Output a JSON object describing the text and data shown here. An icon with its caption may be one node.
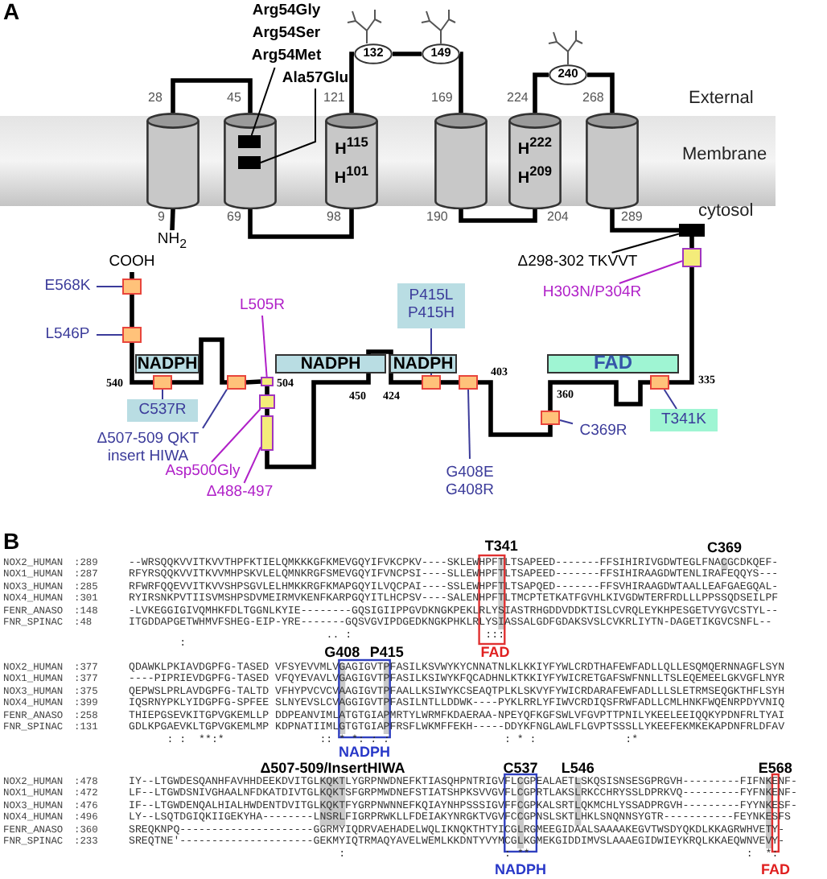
{
  "diagram": {
    "nodes": [
      {
        "text": [
          "Arg54Gly",
          "Arg54Ser",
          "Arg54Met"
        ]
      },
      {
        "text": [
          "132"
        ]
      },
      {
        "text": [
          "149"
        ]
      },
      {
        "text": [
          "Ala57Glu"
        ]
      },
      {
        "text": [
          "240"
        ]
      },
      {
        "text": [],
        "shape": "cylinder"
      },
      {
        "text": [],
        "shape": "cylinder"
      },
      {
        "text": [],
        "shape": "box",
        "in": 6
      },
      {
        "text": [],
        "shape": "box",
        "in": 6
      },
      {
        "text": [
          "H$^{115}$",
          "H$^{101}$"
        ]
      },
      {
        "text": [],
        "shape": "cylinder"
      },
      {
        "text": [
          "H$^{222}$",
          "H$^{209}$"
        ]
      },
      {
        "text": [],
        "shape": "cylinder"
      },
      {
        "text": [
          "NH$_{2}$"
        ]
      },
      {
        "text": [],
        "shape": "box"
      },
      {
        "text": [
          "Δ298-302 TKVVT"
        ]
      },
      {
        "text": [],
        "shape": "box"
      },
      {
        "text": [
          "H303N/P304R"
        ]
      },
      {
        "text": [
          "COOH"
        ]
      },
      {
        "text": [
          "E568K"
        ]
      },
      {
        "text": [],
        "shape": "box"
      },
      {
        "text": [
          "L505R"
        ]
      },
      {
        "text": [
          "P415L",
          "P415H"
        ]
      },
      {
        "text": [
          "L546P"
        ]
      },
      {
        "text": [],
        "shape": "box"
      },
      {
        "text": [
          "NADPH"
        ]
      },
      {
        "text": [
          "NADPH"
        ]
      },
      {
        "text": [
          "NADPH"
        ]
      },
      {
        "text": [
          "FAD"
        ]
      },
      {
        "text": [],
        "shape": "box"
      },
      {
        "text": [],
        "shape": "box"
      },
      {
        "text": [],
        "shape": "box"
      },
      {
        "text": [],
        "shape": "box"
      },
      {
        "text": [],
        "shape": "box"
      },
      {
        "text": [],
        "shape": "box"
      },
      {
        "text": [],
        "shape": "box"
      },
      {
        "text": [],
        "shape": "box"
      },
      {
        "text": [],
        "shape": "box"
      },
      {
        "text": [
          "C537R"
        ]
      },
      {
        "text": [
          "T341K"
        ]
      },
      {
        "text": [
          "Δ507-509 QKT insert HIWA"
        ]
      },
      {
        "text": [
          "C369R"
        ]
      },
      {
        "text": [
          "Asp500Gly"
        ]
      },
      {
        "text": [
          "G408E",
          "G408R"
        ]
      },
      {
        "text": [
          "Δ488-497"
        ]
      }
    ],
    "edges": [
      {
        "from": 5,
        "to": 13,
        "arrow": "none"
      },
      {
        "from": 5,
        "to": 6,
        "arrow": "none"
      },
      {
        "from": 6,
        "to": 9,
        "arrow": "none"
      },
      {
        "from": 9,
        "to": 1,
        "arrow": "none"
      },
      {
        "from": 1,
        "to": 2,
        "arrow": "none"
      },
      {
        "from": 2,
        "to": 10,
        "arrow": "none"
      },
      {
        "from": 10,
        "to": 11,
        "arrow": "none"
      },
      {
        "from": 11,
        "to": 4,
        "arrow": "none"
      },
      {
        "from": 4,
        "to": 12,
        "arrow": "none"
      },
      {
        "from": 12,
        "to": 14,
        "arrow": "none"
      },
      {
        "from": 14,
        "to": 16,
        "arrow": "none"
      },
      {
        "from": 16,
        "to": 37,
        "arrow": "none"
      },
      {
        "from": 37,
        "to": 36,
        "arrow": "none"
      },
      {
        "from": 36,
        "to": 35,
        "arrow": "none"
      },
      {
        "from": 35,
        "to": 34,
        "arrow": "none"
      },
      {
        "from": 34,
        "to": 33,
        "arrow": "none"
      },
      {
        "from": 33,
        "to": 32,
        "arrow": "none"
      },
      {
        "from": 32,
        "to": 31,
        "arrow": "none"
      },
      {
        "from": 31,
        "to": 30,
        "arrow": "none"
      },
      {
        "from": 30,
        "to": 29,
        "arrow": "none"
      },
      {
        "from": 29,
        "to": 24,
        "arrow": "none"
      },
      {
        "from": 24,
        "to": 20,
        "arrow": "none"
      },
      {
        "from": 20,
        "to": 18,
        "arrow": "none"
      },
      {
        "from": 0,
        "to": 7,
        "arrow": "none"
      },
      {
        "from": 3,
        "to": 8,
        "arrow": "none"
      },
      {
        "from": 15,
        "to": 14,
        "arrow": "none"
      },
      {
        "from": 17,
        "to": 16,
        "arrow": "none",
        "color": "#b020c8"
      },
      {
        "from": 19,
        "to": 20,
        "arrow": "none",
        "color": "#3b3b9a"
      },
      {
        "from": 23,
        "to": 24,
        "arrow": "none",
        "color": "#3b3b9a"
      },
      {
        "from": 38,
        "to": 29,
        "arrow": "none",
        "color": "#3b3b9a"
      },
      {
        "from": 40,
        "to": 30,
        "arrow": "none",
        "color": "#3b3b9a"
      },
      {
        "from": 21,
        "to": 31,
        "arrow": "none",
        "color": "#b020c8"
      },
      {
        "from": 42,
        "to": 32,
        "arrow": "none",
        "color": "#b020c8"
      },
      {
        "from": 44,
        "to": 33,
        "arrow": "none",
        "color": "#b020c8"
      },
      {
        "from": 22,
        "to": 34,
        "arrow": "none",
        "color": "#3b3b9a"
      },
      {
        "from": 43,
        "to": 35,
        "arrow": "none",
        "color": "#3b3b9a"
      },
      {
        "from": 41,
        "to": 36,
        "arrow": "none",
        "color": "#3b3b9a"
      },
      {
        "from": 39,
        "to": 37,
        "arrow": "none",
        "color": "#3b3b9a"
      }
    ],
    "labels": [
      "A",
      "28",
      "45",
      "121",
      "169",
      "224",
      "268",
      "External",
      "Membrane",
      "9",
      "69",
      "98",
      "190",
      "204",
      "289",
      "cytosol",
      "540",
      "504",
      "450",
      "424",
      "403",
      "360",
      "335",
      "B",
      "T341",
      "C369",
      "NOX2_HUMAN",
      ":289",
      "--WRSQQKVVITKVVTHPFKTIELQMKKKGFKMEVGQYIFVKCPKV----SKLEWHPFTLTSAPEED-------FFSIHIRIVGDWTEGLFNACGCDKQEF-",
      "NOX1_HUMAN",
      ":287",
      "RFYRSQQKVVITKVVMHPSKVLELQMNKRGFSMEVGQYIFVNCPSI----SLLEWHPFTLTSAPEED-------FFSIHIRAAGDWTENLIRAFEQQYS---",
      "NOX3_HUMAN",
      ":285",
      "RFWRFQQEVVITKVVSHPSGVLELHMKKRGFKMAPGQYILVQCPAI----SSLEWHPFTLTSAPQED-------FFSVHIRAAGDWTAALLEAFGAEGQAL-",
      "NOX4_HUMAN",
      ":301",
      "RYIRSNKPVTIISVMSHPSDVMEIRMVKENFKARPGQYITLHCPSV----SALENHPFTLTMCPTETKATFGVHLKIVGDWTERFRDLLLPPSSQDSEILPF",
      "FENR_ANASO",
      ":148",
      "-LVKEGGIGIVQMHKFDLTGGNLKYIE--------GQSIGIIPPGVDKNGKPEKLRLYSIASTRHGDDVDDKTISLCVRQLEYKHPESGETVYGVCSTYL--",
      "FNR_SPINAC",
      ":48",
      "ITGDDAPGETWHMVFSHEG-EIP-YRE-------GQSVGVIPDGEDKNGKPHKLRLYSIASSALGDFGDAKSVSLCVKRLIYTN-DAGETIKGVCSNFL--",
      ".. :                     :::",
      ":",
      "G408",
      "P415",
      "FAD",
      "NOX2_HUMAN",
      ":377",
      "QDAWKLPKIAVDGPFG-TASED VFSYEVVMLVGAGIGVTPFASILKSVWYKYCNNATNLKLKKIYFYWLCRDTHAFEWFADLLQLLESQMQERNNAGFLSYN",
      "NOX1_HUMAN",
      ":377",
      "----PIPRIEVDGPFG-TASED VFQYEVAVLVGAGIGVTPFASILKSIWYKFQCADHNLKTKKIYFYWICRETGAFSWFNNLLTSLEQEMEELGKVGFLNYR",
      "NOX3_HUMAN",
      ":375",
      "QEPWSLPRLAVDGPFG-TALTD VFHYPVCVCVAAGIGVTPFAALLKSIWYKCSEAQTPLKLSKVYFYWICRDARAFEWFADLLLSLETRMSEQGKTHFLSYH",
      "NOX4_HUMAN",
      ":399",
      "IQSRNYPKLYIDGPFG-SPFEE SLNYEVSLCVAGGIGVTPFASILNTLLDDWK----PYKLRRLYFIWVCRDIQSFRWFADLLCMLHNKFWQENRPDYVNIQ",
      "FENR_ANASO",
      ":258",
      "THIEPGSEVKITGPVGKEMLLP DDPEANVIMLATGTGIAPMRTYLWRMFKDAERAA-NPEYQFKGFSWLVFGVPTTPNILYKEELEEIQQKYPDNFRLTYAI",
      "FNR_SPINAC",
      ":131",
      "GDLKPGAEVKLTGPVGKEMLMP KDPNATIIMLGTGTGIAPFRSFLWKMFFEKH-----DDYKFNGLAWLFLGVPTSSSLLYKEEFEKMKEKAPDNFRLDFAV",
      ": :  **:*               :: * *: *: :*                  : * :              :*",
      "NADPH",
      "Δ507-509/InsertHIWA",
      "C537",
      "L546",
      "E568",
      "NOX2_HUMAN",
      ":478",
      "IY--LTGWDESQANHFAVHHDEEKDVITGLKQKTLYGRPNWDNEFKTIASQHPNTRIGVFLCGPEALAETLSKQSISNSESGPRGVH---------FIFNKENF-",
      "NOX1_HUMAN",
      ":472",
      "LF--LTGWDSNIVGHAALNFDKATDIVTGLKQKTSFGRPMWDNEFSTIATSHPKSVVGVFLCGPRTLAKSLRKCCHRYSSLDPRKVQ---------FYFNKENF-",
      "NOX3_HUMAN",
      ":476",
      "IF--LTGWDENQALHIALHWDENTDVITGLKQKTFYGRPNWNNEFKQIAYNHPSSSIGVFFCGPKALSRTLQKMCHLYSSADPRGVH---------FYYNKESF-",
      "NOX4_HUMAN",
      ":496",
      "LY--LSQTDGIQKIIGEKYHA--------LNSRLFIGRPRWKLLFDEIAKYNRGKTVGVFCCGPNSLSKTLHKLSNQNNSYGTR-----------FEYNKESFS",
      "FENR_ANASO",
      ":360",
      "SREQKNPQ---------------------GGRMYIQDRVAEHADELWQLIKNQKTHTYICGLRGMEEGIDAALSAAAAKEGVTWSDYQKDLKKAGRWHVETY-",
      "FNR_SPINAC",
      ":233",
      "SREQTNE'---------------------GEKMYIQTRMAQYAVELWEMLKKDNTYVYMCGLKGMEKGIDDIMVSLAAAEGIDWIEYKRQLKKAEQWNVEVY-",
      ":                         : **                                  :  *:",
      "NADPH",
      "FAD"
    ]
  }
}
